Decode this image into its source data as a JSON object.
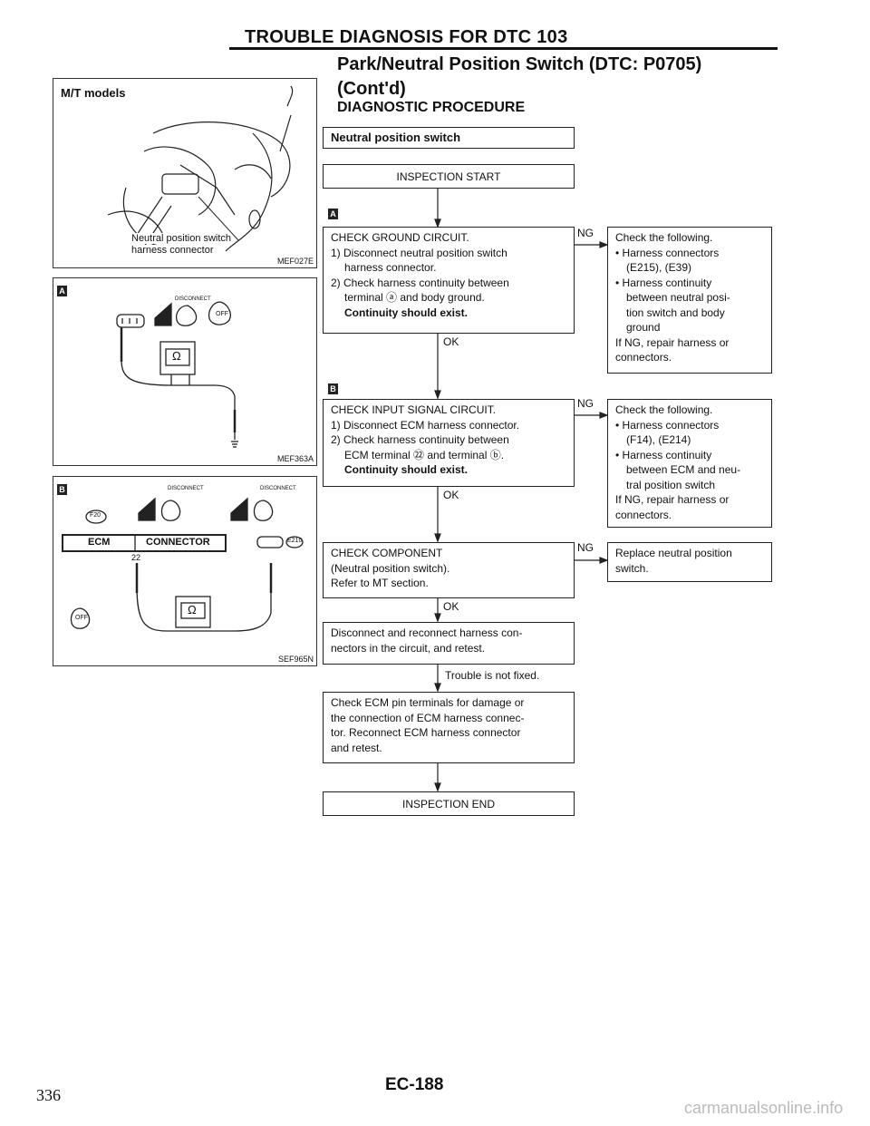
{
  "header": {
    "title": "TROUBLE DIAGNOSIS FOR DTC 103",
    "subtitle_line1": "Park/Neutral Position Switch (DTC: P0705)",
    "subtitle_line2": "(Cont'd)",
    "procedure": "DIAGNOSTIC PROCEDURE"
  },
  "figures": {
    "fig1": {
      "title": "M/T models",
      "callout_line1": "Neutral position switch",
      "callout_line2": "harness connector",
      "code": "MEF027E"
    },
    "fig2": {
      "marker": "A",
      "disconnect": "DISCONNECT",
      "ohm": "Ω",
      "off": "OFF",
      "code": "MEF363A"
    },
    "fig3": {
      "marker": "B",
      "disconnect_1": "DISCONNECT",
      "disconnect_2": "DISCONNECT",
      "connector_tag": "F20",
      "ecm_connector": "ECM",
      "connector_word": "CONNECTOR",
      "terminal": "22",
      "ohm": "Ω",
      "off": "OFF",
      "connector_tag_2": "E210",
      "code": "SEF965N"
    }
  },
  "flow": {
    "title_box": "Neutral position switch",
    "start": "INSPECTION START",
    "marker_a": "A",
    "marker_b": "B",
    "step_a": {
      "title": "CHECK GROUND CIRCUIT.",
      "s1_line1": "1) Disconnect neutral position switch",
      "s1_line2": "harness connector.",
      "s2_line1": "2) Check harness continuity between",
      "s2_line2": "terminal ⓐ and body ground.",
      "result": "Continuity should exist."
    },
    "ng_a": {
      "label": "NG",
      "line1": "Check the following.",
      "b1": "• Harness connectors",
      "b1_tags": "(E215), (E39)",
      "b2_line1": "• Harness continuity",
      "b2_line2": "between neutral posi-",
      "b2_line3": "tion switch and body",
      "b2_line4": "ground",
      "tail1": "If NG, repair harness or",
      "tail2": "connectors."
    },
    "ok_a": "OK",
    "step_b": {
      "title": "CHECK INPUT SIGNAL CIRCUIT.",
      "s1": "1) Disconnect ECM harness connector.",
      "s2_line1": "2) Check harness continuity between",
      "s2_line2": "ECM terminal ㉒ and terminal ⓑ.",
      "result": "Continuity should exist."
    },
    "ng_b": {
      "label": "NG",
      "line1": "Check the following.",
      "b1": "• Harness connectors",
      "b1_tags": "(F14), (E214)",
      "b2_line1": "• Harness continuity",
      "b2_line2": "between ECM and neu-",
      "b2_line3": "tral position switch",
      "tail1": "If NG, repair harness or",
      "tail2": "connectors."
    },
    "ok_b": "OK",
    "step_c": {
      "line1": "CHECK COMPONENT",
      "line2": "(Neutral position switch).",
      "line3": "Refer to MT section."
    },
    "ng_c": {
      "label": "NG",
      "line1": "Replace neutral position",
      "line2": "switch."
    },
    "ok_c": "OK",
    "step_d": {
      "line1": "Disconnect and reconnect harness con-",
      "line2": "nectors in the circuit, and retest."
    },
    "not_fixed": "Trouble is not fixed.",
    "step_e": {
      "line1": "Check ECM pin terminals for damage or",
      "line2": "the connection of ECM harness connec-",
      "line3": "tor. Reconnect ECM harness connector",
      "line4": "and retest."
    },
    "end": "INSPECTION END"
  },
  "footer": {
    "page_number": "336",
    "page_code": "EC-188",
    "watermark": "carmanualsonline.info"
  }
}
